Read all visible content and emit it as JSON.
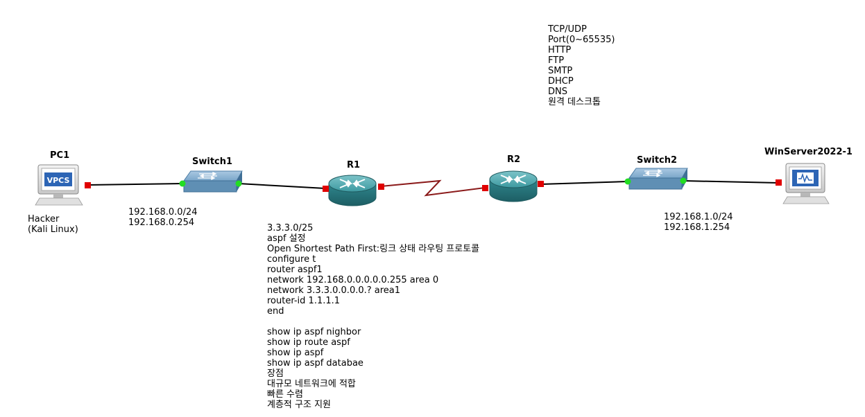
{
  "devices": {
    "pc1": {
      "name": "PC1",
      "screen_text": "VPCS",
      "note": "Hacker\n(Kali Linux)"
    },
    "switch1": {
      "name": "Switch1"
    },
    "r1": {
      "name": "R1"
    },
    "r2": {
      "name": "R2"
    },
    "switch2": {
      "name": "Switch2"
    },
    "server": {
      "name": "WinServer2022-1"
    }
  },
  "notes": {
    "lan1": [
      "192.168.0.0/24",
      "192.168.0.254"
    ],
    "lan2": [
      "192.168.1.0/24",
      "192.168.1.254"
    ],
    "protocols": [
      "TCP/UDP",
      "Port(0~65535)",
      "HTTP",
      "FTP",
      "SMTP",
      "DHCP",
      "DNS",
      "원격 데스크톱"
    ],
    "config": [
      "3.3.3.0/25",
      "aspf 설정",
      "Open Shortest Path First:링크 상태 라우팅 프로토콜",
      "configure t",
      "router aspf1",
      "network 192.168.0.0.0.0.0.255 area 0",
      "network 3.3.3.0.0.0.0.? area1",
      "router-id 1.1.1.1",
      "end",
      "",
      "show ip aspf nighbor",
      "show ip route aspf",
      "show ip aspf",
      "show ip aspf databae",
      "장점",
      "대규모 네트워크에 적합",
      "빠른 수렴",
      "계층적 구조 지원"
    ]
  },
  "colors": {
    "ethernet_link": "#000000",
    "serial_link": "#8b1a1a",
    "port_down": "#e00000",
    "port_up": "#22dd22",
    "router_body": "#2e7f86",
    "switch_body": "#5f8fb4"
  }
}
